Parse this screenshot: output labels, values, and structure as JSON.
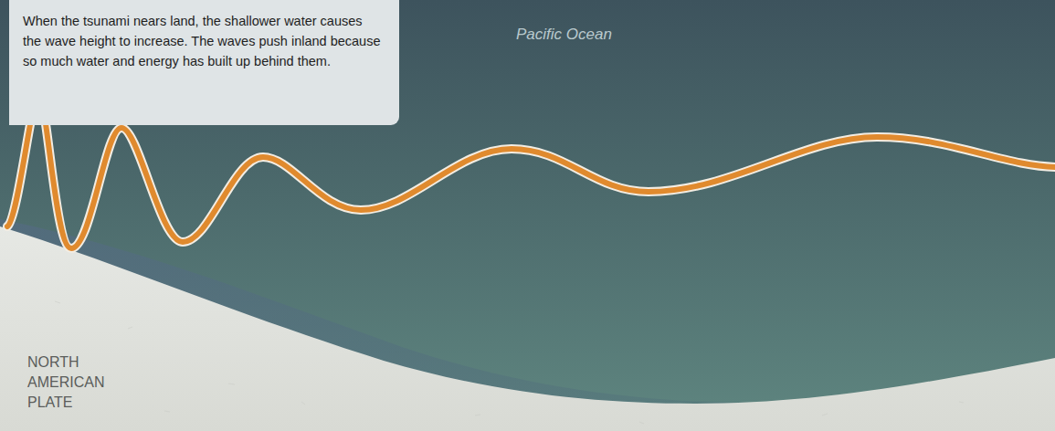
{
  "diagram": {
    "nodes": [
      {
        "text": [
          "When the tsunami nears land, the shallower water causes the wave height to increase. The waves push inland because so much water and energy has built up behind them."
        ]
      }
    ],
    "labels": [
      "Pacific Ocean",
      "NORTH AMERICAN PLATE"
    ]
  }
}
